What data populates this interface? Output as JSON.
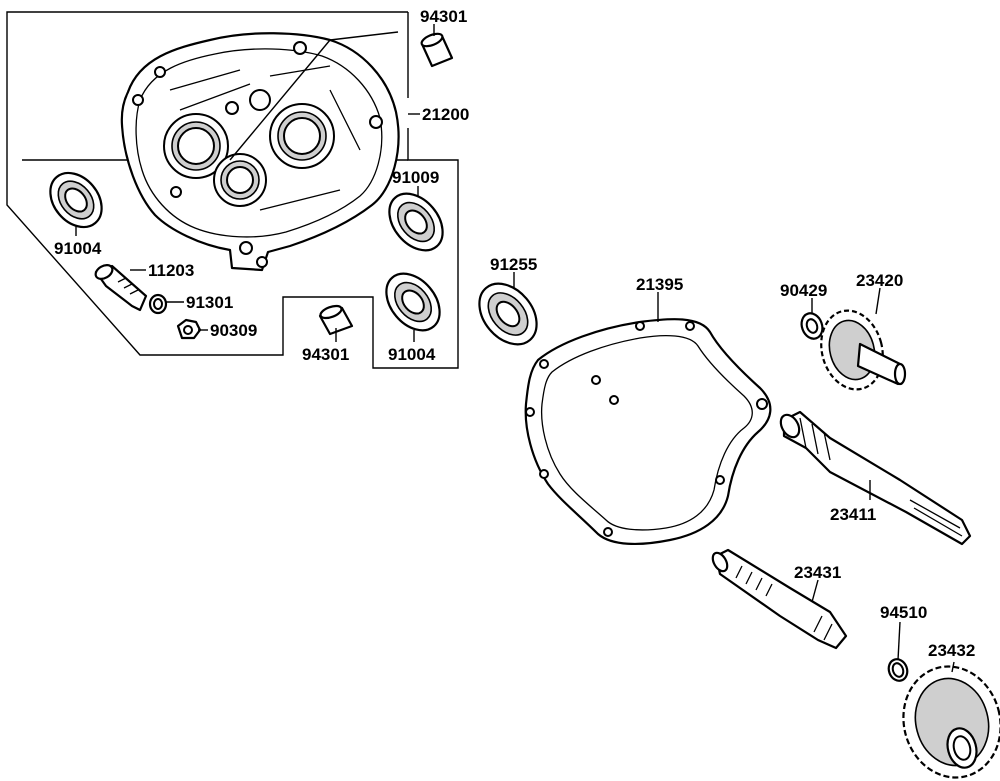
{
  "labels": {
    "p94301_top": "94301",
    "p21200": "21200",
    "p91009": "91009",
    "p91004_left": "91004",
    "p11203": "11203",
    "p91301": "91301",
    "p90309": "90309",
    "p94301_bottom": "94301",
    "p91004_right": "91004",
    "p91255": "91255",
    "p21395": "21395",
    "p90429": "90429",
    "p23420": "23420",
    "p23411": "23411",
    "p23431": "23431",
    "p94510": "94510",
    "p23432": "23432"
  }
}
